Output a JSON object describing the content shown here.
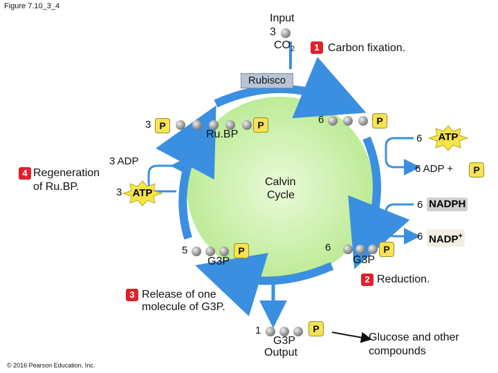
{
  "figure_label": "Figure 7.10_3_4",
  "copyright": "© 2016 Pearson Education, Inc.",
  "input": {
    "line1": "Input",
    "line2": "3",
    "co2": "CO",
    "co2_sub": "2"
  },
  "rubisco": "Rubisco",
  "steps": [
    {
      "number": "1",
      "label": "Carbon fixation."
    },
    {
      "number": "2",
      "label": "Reduction."
    },
    {
      "number": "3",
      "line1": "Release of one",
      "line2": "molecule of G3P."
    },
    {
      "number": "4",
      "line1": "Regeneration",
      "line2": "of Ru.BP."
    }
  ],
  "cycle": {
    "line1": "Calvin",
    "line2": "Cycle"
  },
  "molecules": {
    "rubp_count": "3",
    "rubp_label": "Ru.BP",
    "p": "P",
    "six_top": "6",
    "six_g3p": "6",
    "g3p_label": "G3P",
    "five": "5",
    "five_g3p_label": "G3P",
    "one": "1",
    "output_g3p": "G3P",
    "output": "Output"
  },
  "cofactors": {
    "atp_in_count": "6",
    "atp": "ATP",
    "adp_out": "6 ADP +",
    "nadph_count": "6",
    "nadph": "NADPH",
    "nadp_count": "6",
    "nadp": "NADP",
    "nadp_sup": "+",
    "adp_regen": "3 ADP",
    "atp_regen_count": "3",
    "atp_regen": "ATP"
  },
  "products": {
    "line1": "Glucose and other",
    "line2": "compounds"
  },
  "colors": {
    "arrow": "#3b8fe0",
    "cycle_fill": "#c8f0a6",
    "badge": "#e0202a",
    "phosphate": "#f7e455",
    "atp_burst": "#f5e643"
  }
}
